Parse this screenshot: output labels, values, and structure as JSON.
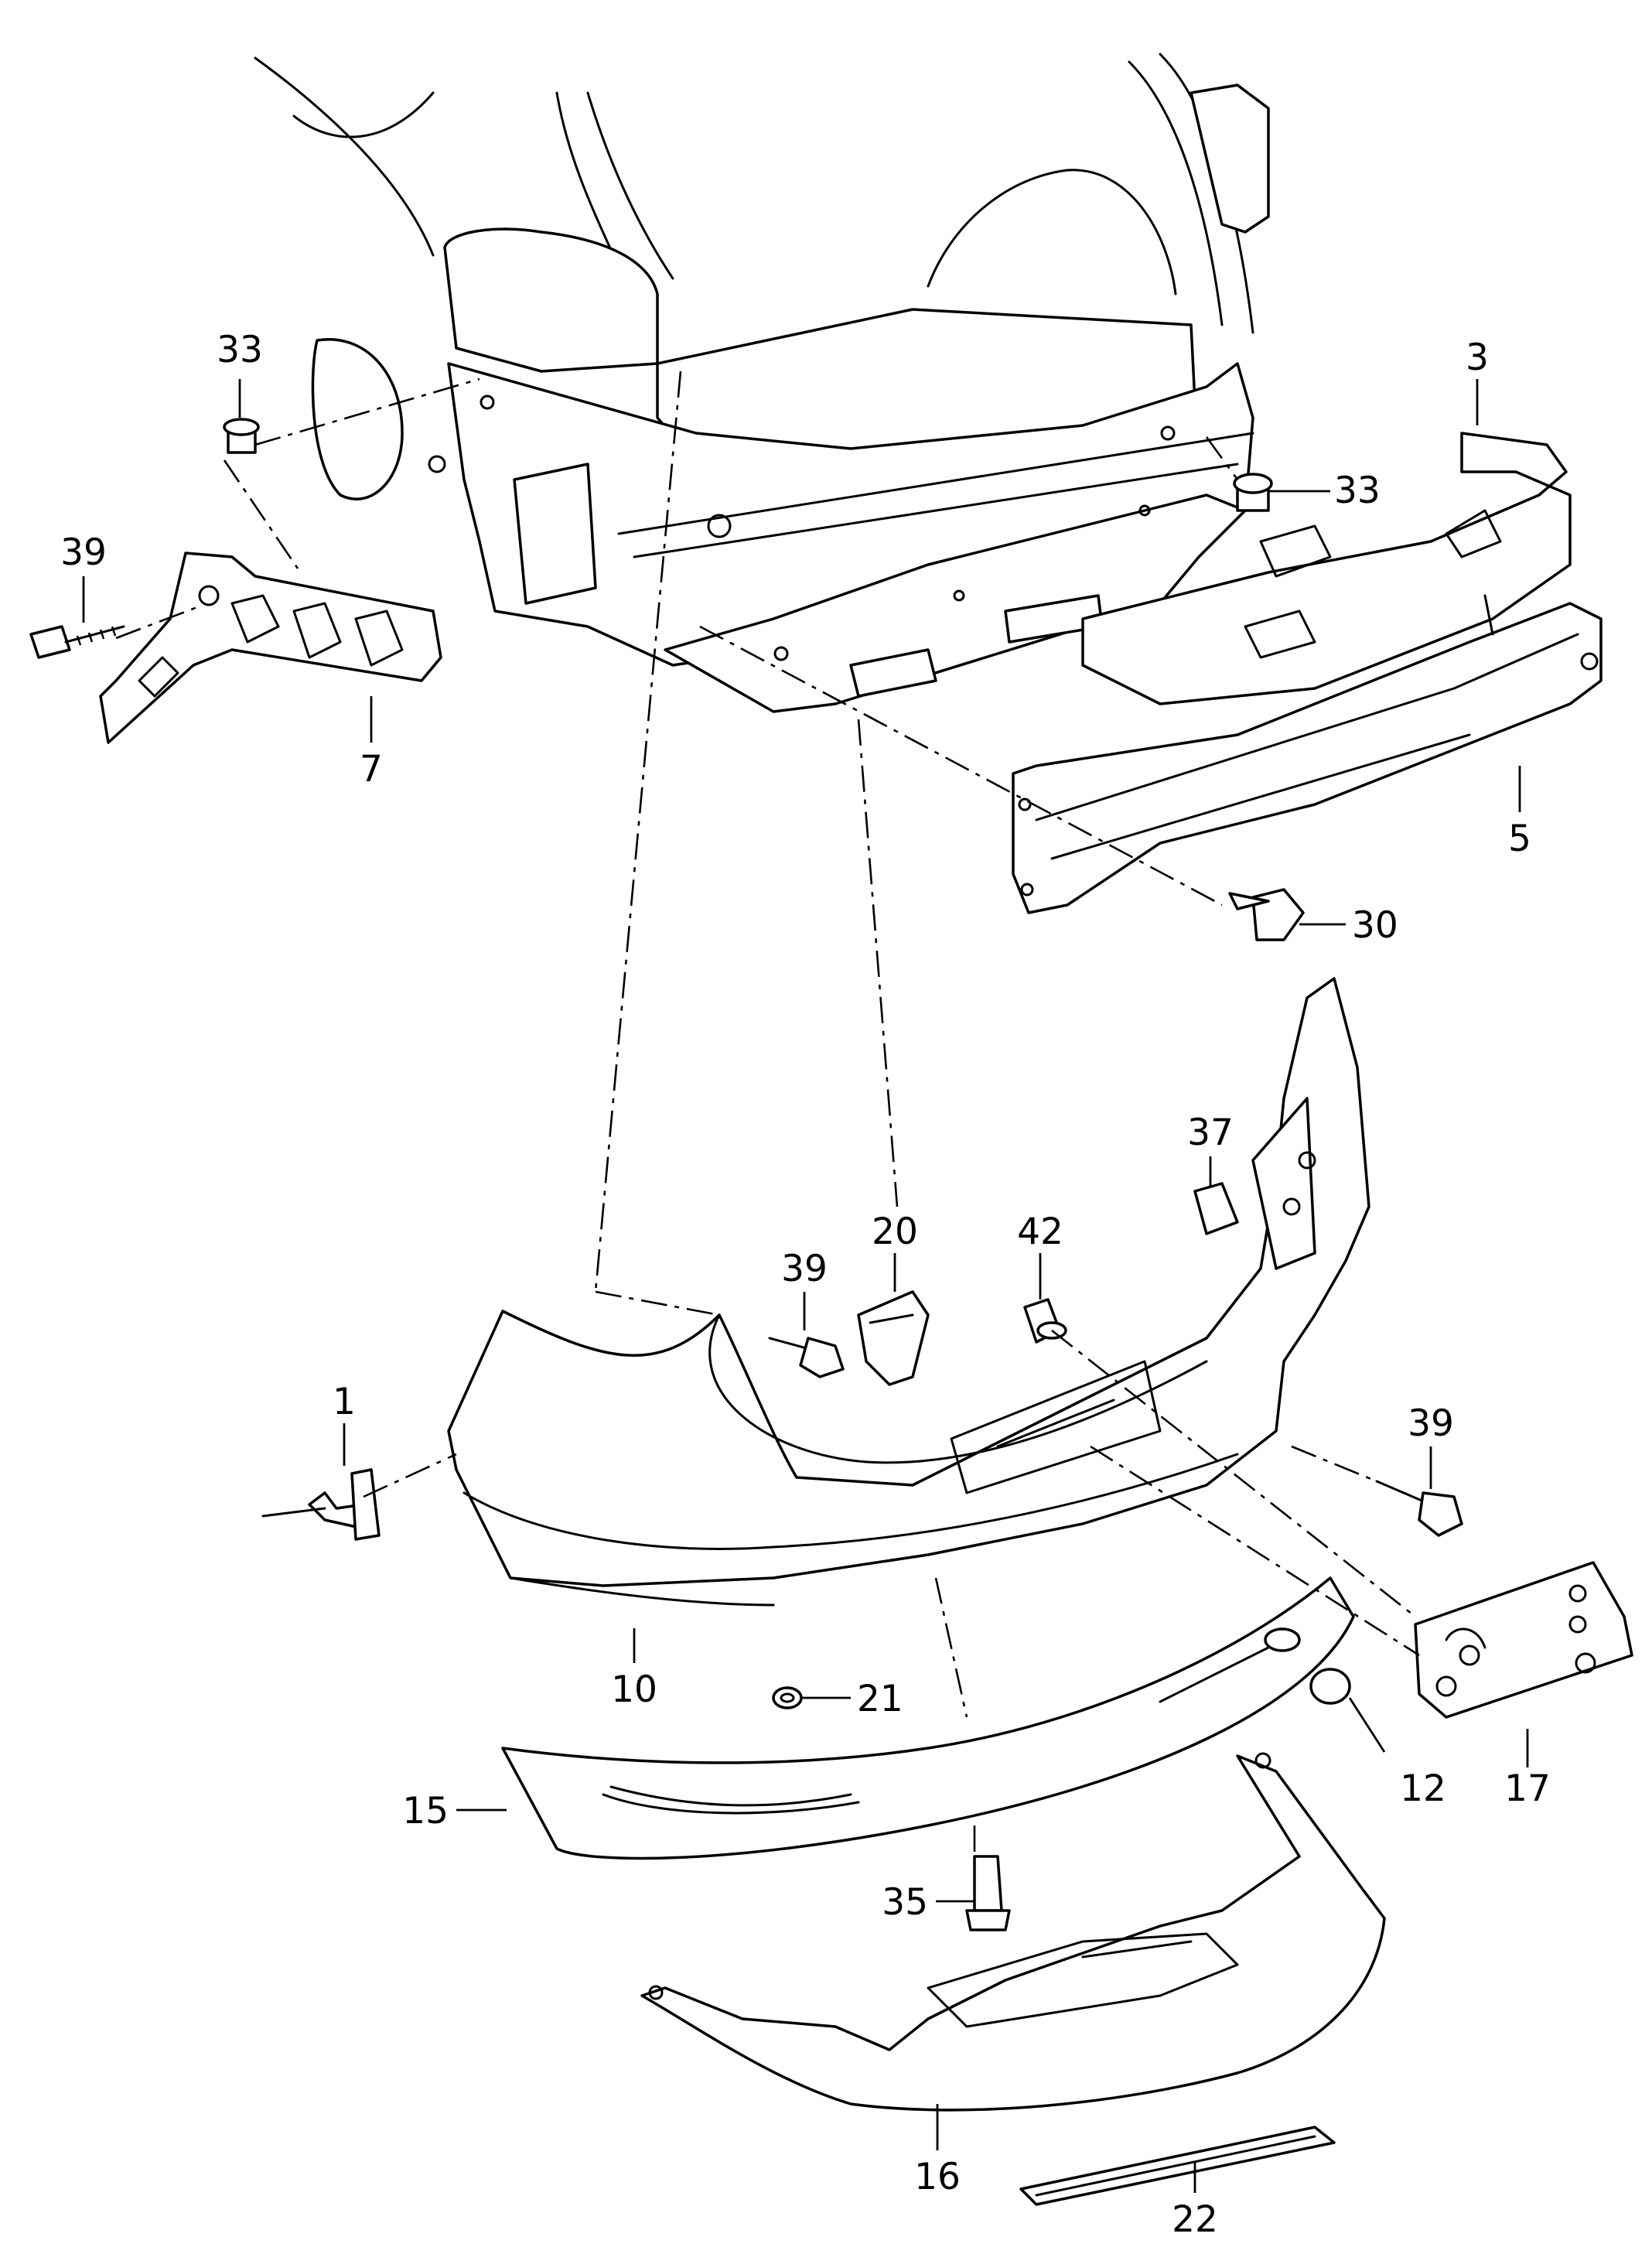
{
  "diagram": {
    "callouts": [
      {
        "id": "c1",
        "label": "1"
      },
      {
        "id": "c3",
        "label": "3"
      },
      {
        "id": "c5",
        "label": "5"
      },
      {
        "id": "c7",
        "label": "7"
      },
      {
        "id": "c10",
        "label": "10"
      },
      {
        "id": "c12",
        "label": "12"
      },
      {
        "id": "c15",
        "label": "15"
      },
      {
        "id": "c16",
        "label": "16"
      },
      {
        "id": "c17",
        "label": "17"
      },
      {
        "id": "c20",
        "label": "20"
      },
      {
        "id": "c21",
        "label": "21"
      },
      {
        "id": "c22",
        "label": "22"
      },
      {
        "id": "c30",
        "label": "30"
      },
      {
        "id": "c33a",
        "label": "33"
      },
      {
        "id": "c33b",
        "label": "33"
      },
      {
        "id": "c35",
        "label": "35"
      },
      {
        "id": "c37",
        "label": "37"
      },
      {
        "id": "c39a",
        "label": "39"
      },
      {
        "id": "c39b",
        "label": "39"
      },
      {
        "id": "c39c",
        "label": "39"
      },
      {
        "id": "c42",
        "label": "42"
      }
    ]
  }
}
